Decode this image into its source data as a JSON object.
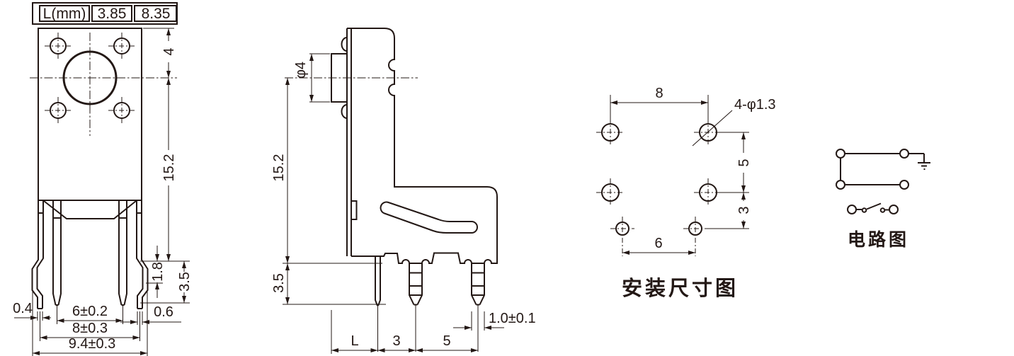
{
  "drawing": {
    "line_color": "#231815",
    "bg_color": "#ffffff"
  },
  "variant_table": {
    "header": "L(mm)",
    "value_1": "3.85",
    "value_2": "8.35"
  },
  "front_view": {
    "dim_button_center": "4",
    "dim_body_height": "15.2",
    "dim_shoulder": "1.8",
    "dim_leg_length": "3.5",
    "dim_left_tip_width": "0.4",
    "dim_right_tip_width": "0.6",
    "dim_inner_pin_pitch": "6±0.2",
    "dim_outer_leg_pitch": "8±0.3",
    "dim_overall_width": "9.4±0.3"
  },
  "side_view": {
    "dim_button_dia": "φ4",
    "dim_body_height": "15.2",
    "dim_leg_length": "3.5",
    "dim_button_length": "L",
    "dim_pin_pitch_1": "3",
    "dim_pin_pitch_2": "5",
    "dim_pin_width": "1.0±0.1"
  },
  "mounting_diagram": {
    "caption": "安装尺寸图",
    "dim_top_pitch": "8",
    "hole_callout": "4-φ1.3",
    "dim_vertical_1": "5",
    "dim_vertical_2": "3",
    "dim_bottom_pitch": "6"
  },
  "circuit_diagram": {
    "caption": "电路图"
  }
}
